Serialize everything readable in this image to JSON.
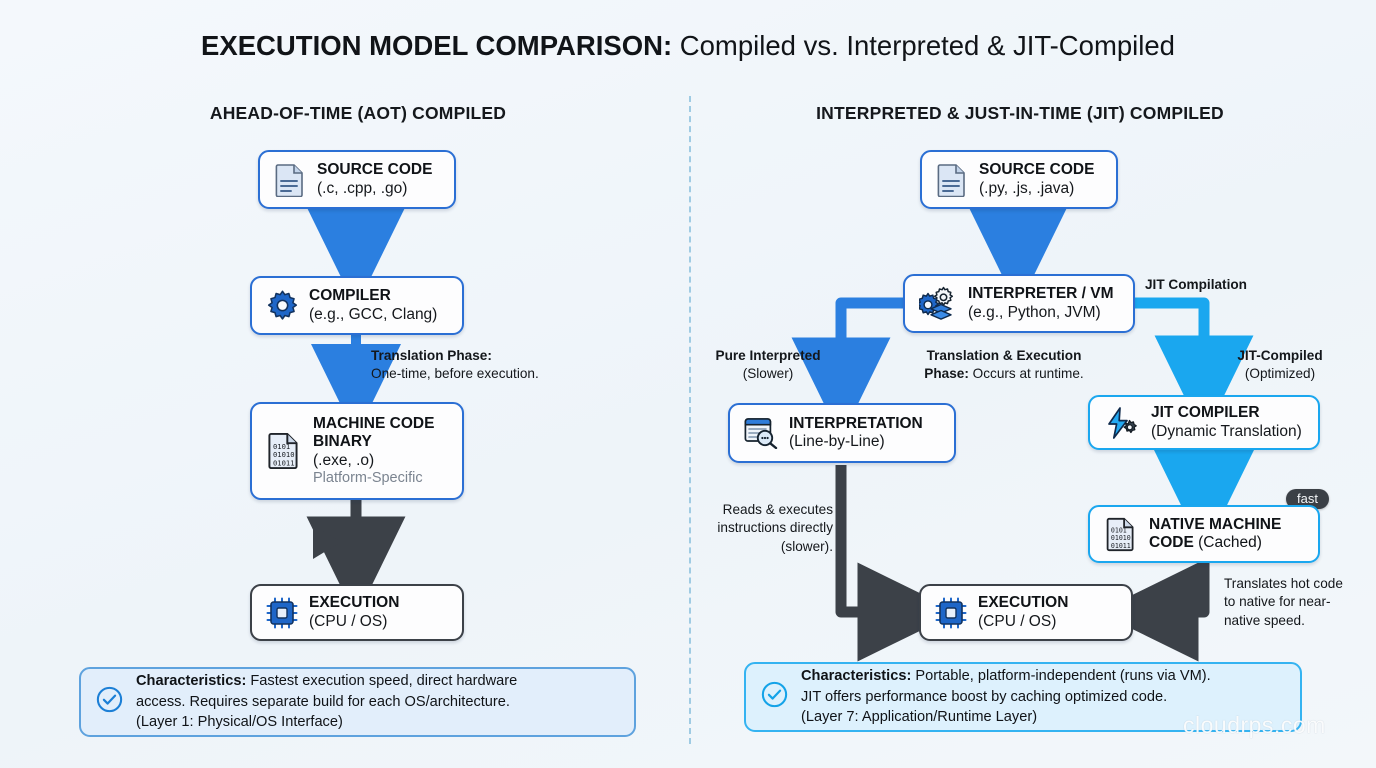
{
  "title": {
    "strong": "EXECUTION MODEL COMPARISON:",
    "light": " Compiled vs. Interpreted & JIT-Compiled"
  },
  "columns": {
    "left_title": "AHEAD-OF-TIME (AOT) COMPILED",
    "right_title": "INTERPRETED & JUST-IN-TIME (JIT) COMPILED"
  },
  "left": {
    "source": {
      "line1": "SOURCE CODE",
      "line2": "(.c, .cpp, .go)",
      "icon": "document-icon"
    },
    "compiler": {
      "line1": "COMPILER",
      "line2": "(e.g., GCC, Clang)",
      "icon": "gear-icon"
    },
    "translation_label": {
      "bold": "Translation Phase:",
      "rest": "One-time, before execution."
    },
    "machine_code": {
      "line1": "MACHINE CODE",
      "line2": "BINARY",
      "line3": "(.exe, .o)",
      "line4": "Platform-Specific",
      "icon": "binary-file-icon"
    },
    "execution": {
      "line1": "EXECUTION",
      "line2": "(CPU / OS)",
      "icon": "cpu-chip-icon"
    },
    "characteristics": {
      "bold": "Characteristics:",
      "line1": " Fastest execution speed, direct hardware",
      "line2": "access. Requires separate build for each OS/architecture.",
      "line3": "(Layer 1: Physical/OS Interface)"
    }
  },
  "right": {
    "source": {
      "line1": "SOURCE CODE",
      "line2": "(.py, .js, .java)",
      "icon": "document-icon"
    },
    "interpreter": {
      "line1": "INTERPRETER / VM",
      "line2": "(e.g., Python, JVM)",
      "icon": "gear-stack-icon"
    },
    "jit_branch_label": "JIT Compilation",
    "pure_interpreted_label": {
      "bold": "Pure Interpreted",
      "rest": "(Slower)"
    },
    "translation_label": {
      "bold1": "Translation & Execution",
      "bold2": "Phase:",
      "rest": " Occurs at runtime."
    },
    "jit_compiled_label": {
      "bold": "JIT-Compiled",
      "rest": "(Optimized)"
    },
    "interpretation": {
      "line1": "INTERPRETATION",
      "line2": "(Line-by-Line)",
      "icon": "window-search-icon"
    },
    "jit_compiler": {
      "line1": "JIT COMPILER",
      "line2": "(Dynamic Translation)",
      "icon": "lightning-gear-icon"
    },
    "native_code": {
      "line1": "NATIVE MACHINE",
      "line2": "CODE",
      "line2_sub": " (Cached)",
      "icon": "binary-file-icon"
    },
    "fast_badge": "fast",
    "reads_label": {
      "line1": "Reads & executes",
      "line2": "instructions directly",
      "line3": "(slower)."
    },
    "translates_label": {
      "line1": "Translates hot code",
      "line2": "to native for near-",
      "line3": "native speed."
    },
    "execution": {
      "line1": "EXECUTION",
      "line2": "(CPU / OS)",
      "icon": "cpu-chip-icon"
    },
    "characteristics": {
      "bold": "Characteristics:",
      "line1": " Portable, platform-independent (runs via VM).",
      "line2": "JIT offers performance boost by caching optimized code.",
      "line3": "(Layer 7: Application/Runtime Layer)"
    }
  },
  "watermark": "cloudrps.com",
  "colors": {
    "background": "#f2f6fa",
    "blue_border": "#2b6fd4",
    "blue_arrow": "#2b7fe0",
    "cyan": "#1aa7ef",
    "dark_arrow": "#3c4148",
    "card_blue_bg": "#e2eefb",
    "card_cyan_bg": "#ddf1fd",
    "badge_bg": "#3b4046"
  }
}
